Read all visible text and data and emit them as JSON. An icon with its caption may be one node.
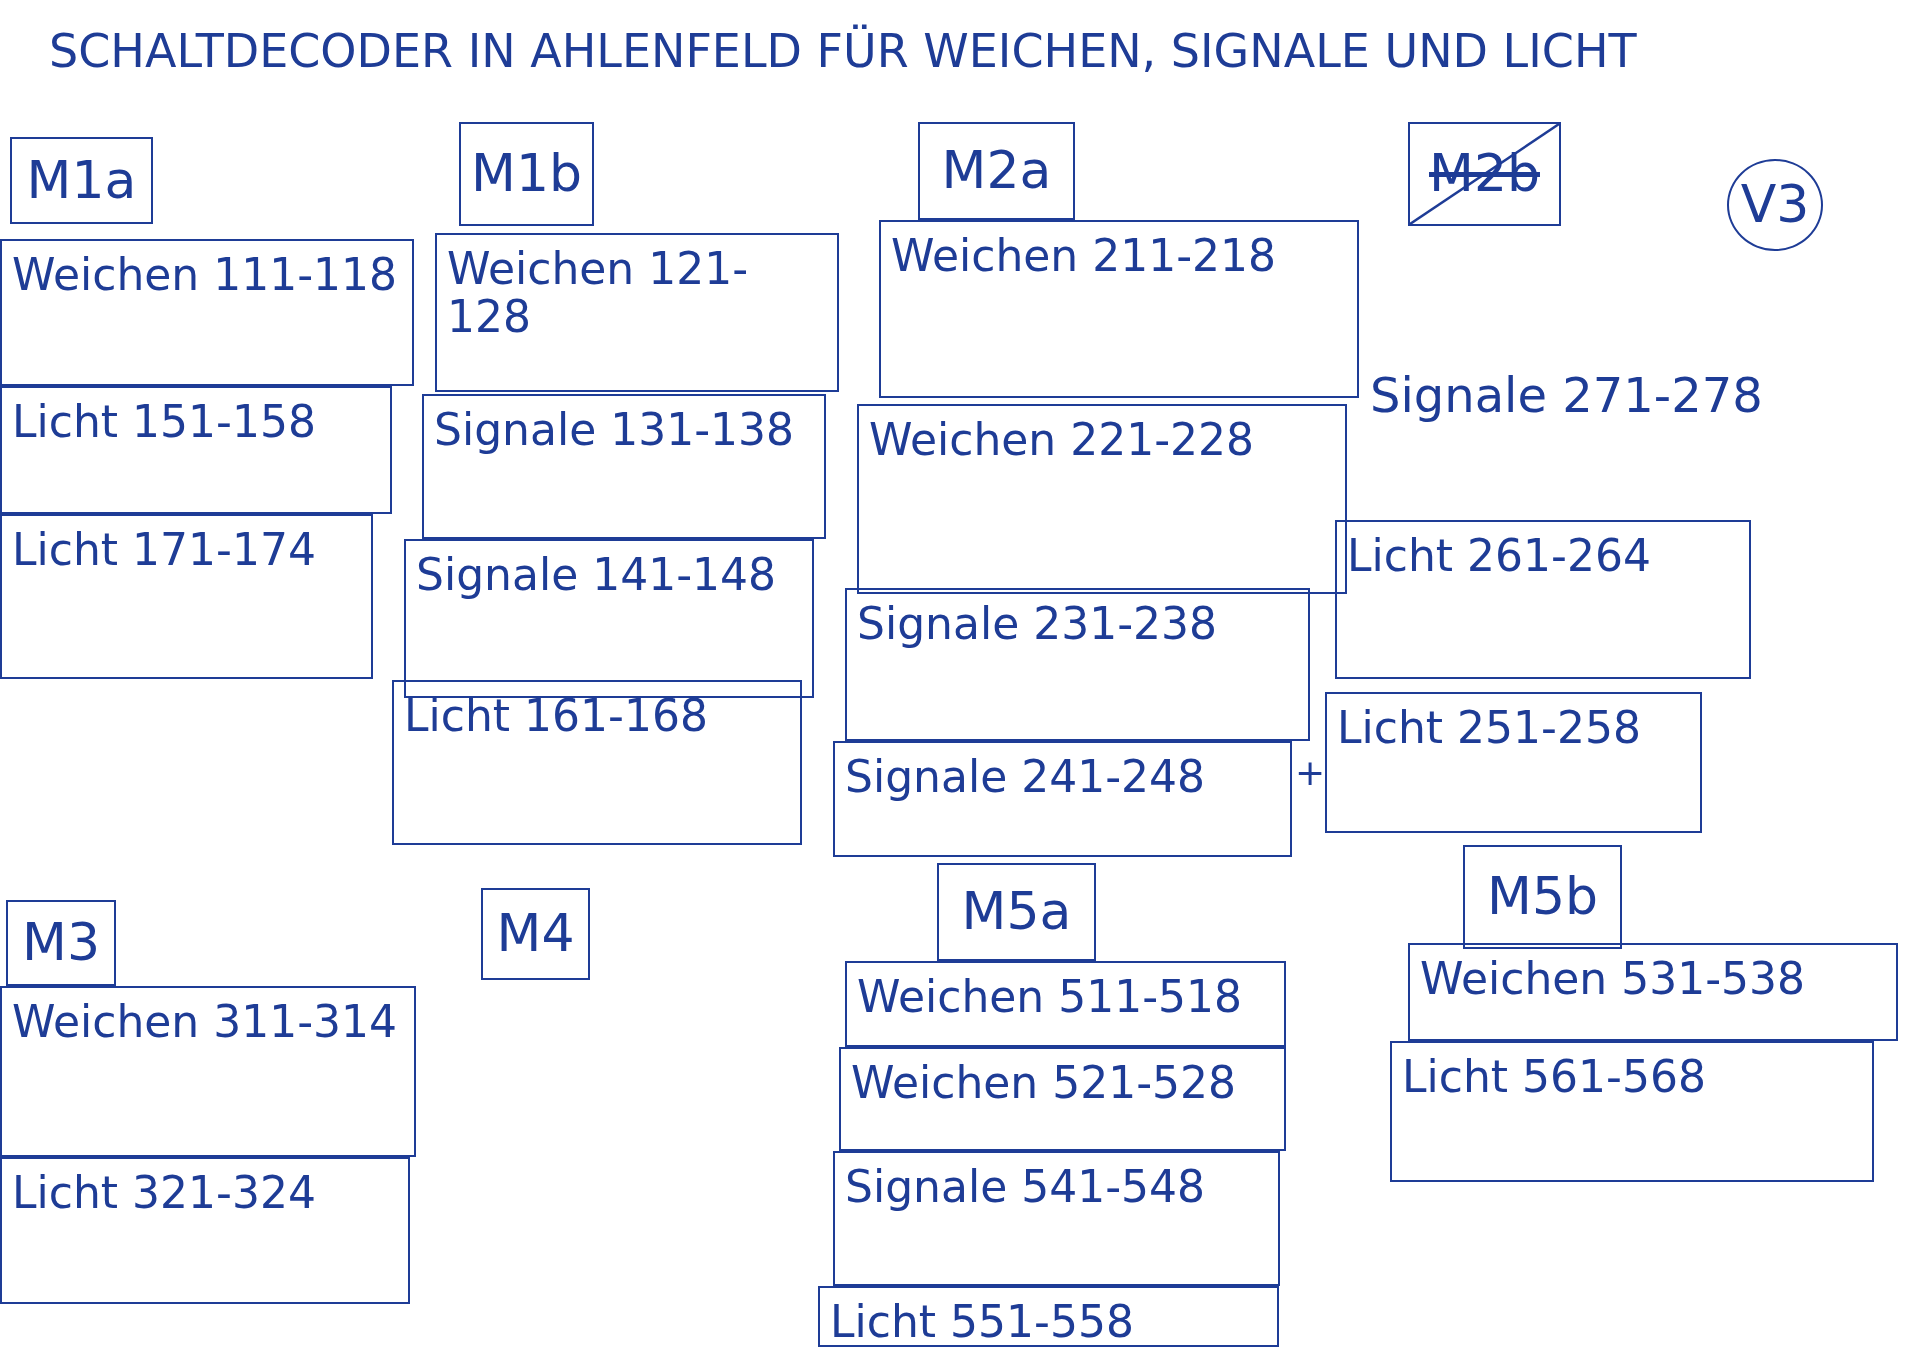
{
  "diagram": {
    "title": "SCHALTDECODER IN AHLENFELD FÜR WEICHEN, SIGNALE UND LICHT",
    "nodes": [
      {
        "text": [
          "M1a"
        ]
      },
      {
        "text": [
          "Weichen 111-118"
        ]
      },
      {
        "text": [
          "Licht 151-158"
        ]
      },
      {
        "text": [
          "Licht 171-174"
        ]
      },
      {
        "text": [
          "M1b"
        ]
      },
      {
        "text": [
          "Weichen 121-128"
        ]
      },
      {
        "text": [
          "Signale 131-138"
        ]
      },
      {
        "text": [
          "Signale 141-148"
        ]
      },
      {
        "text": [
          "Licht 161-168"
        ]
      },
      {
        "text": [
          "M2a"
        ]
      },
      {
        "text": [
          "Weichen 211-218"
        ]
      },
      {
        "text": [
          "Weichen 221-228"
        ]
      },
      {
        "text": [
          "Signale 231-238"
        ]
      },
      {
        "text": [
          "Signale 241-248"
        ]
      },
      {
        "text": [
          "M2b"
        ]
      },
      {
        "text": [
          "V3"
        ]
      },
      {
        "text": [
          "Licht 261-264"
        ]
      },
      {
        "text": [
          "Licht 251-258"
        ]
      },
      {
        "text": [
          "M3"
        ]
      },
      {
        "text": [
          "Weichen 311-314"
        ]
      },
      {
        "text": [
          "Licht 321-324"
        ]
      },
      {
        "text": [
          "M4"
        ]
      },
      {
        "text": [
          "M5a"
        ]
      },
      {
        "text": [
          "Weichen 511-518"
        ]
      },
      {
        "text": [
          "Weichen 521-528"
        ]
      },
      {
        "text": [
          "Signale 541-548"
        ]
      },
      {
        "text": [
          "Licht 551-558"
        ]
      },
      {
        "text": [
          "M5b"
        ]
      },
      {
        "text": [
          "Weichen 531-538"
        ]
      },
      {
        "text": [
          "Licht 561-568"
        ]
      }
    ],
    "labels": [
      "Signale 271-278",
      "+"
    ]
  }
}
